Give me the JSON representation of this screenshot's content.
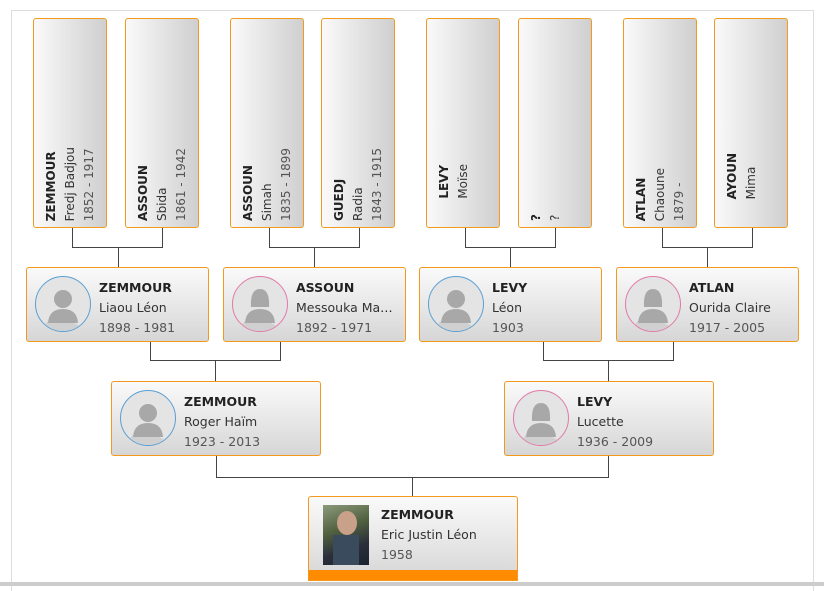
{
  "great_grandparents": [
    {
      "surname": "ZEMMOUR",
      "first": "Fredj Badjou",
      "dates": "1852 - 1917"
    },
    {
      "surname": "ASSOUN",
      "first": "Sbida",
      "dates": "1861 - 1942"
    },
    {
      "surname": "ASSOUN",
      "first": "Simah",
      "dates": "1835 - 1899"
    },
    {
      "surname": "GUEDJ",
      "first": "Radia",
      "dates": "1843 - 1915"
    },
    {
      "surname": "LEVY",
      "first": "Moïse",
      "dates": ""
    },
    {
      "surname": "?",
      "first": "?",
      "dates": ""
    },
    {
      "surname": "ATLAN",
      "first": "Chaoune",
      "dates": "1879 -"
    },
    {
      "surname": "AYOUN",
      "first": "Mima",
      "dates": ""
    }
  ],
  "grandparents": [
    {
      "surname": "ZEMMOUR",
      "first": "Liaou Léon",
      "dates": "1898 - 1981",
      "gender": "male"
    },
    {
      "surname": "ASSOUN",
      "first": "Messouka Mad...",
      "dates": "1892 - 1971",
      "gender": "female"
    },
    {
      "surname": "LEVY",
      "first": "Léon",
      "dates": "1903",
      "gender": "male"
    },
    {
      "surname": "ATLAN",
      "first": "Ourida Claire",
      "dates": "1917 - 2005",
      "gender": "female"
    }
  ],
  "parents": [
    {
      "surname": "ZEMMOUR",
      "first": "Roger Haïm",
      "dates": "1923 - 2013",
      "gender": "male"
    },
    {
      "surname": "LEVY",
      "first": "Lucette",
      "dates": "1936 - 2009",
      "gender": "female"
    }
  ],
  "root": {
    "surname": "ZEMMOUR",
    "first": "Eric Justin Léon",
    "dates": "1958"
  },
  "colors": {
    "border": "#f39a1e",
    "male": "#5a9fd4",
    "female": "#e07aa8",
    "accent": "#ff8c00"
  }
}
